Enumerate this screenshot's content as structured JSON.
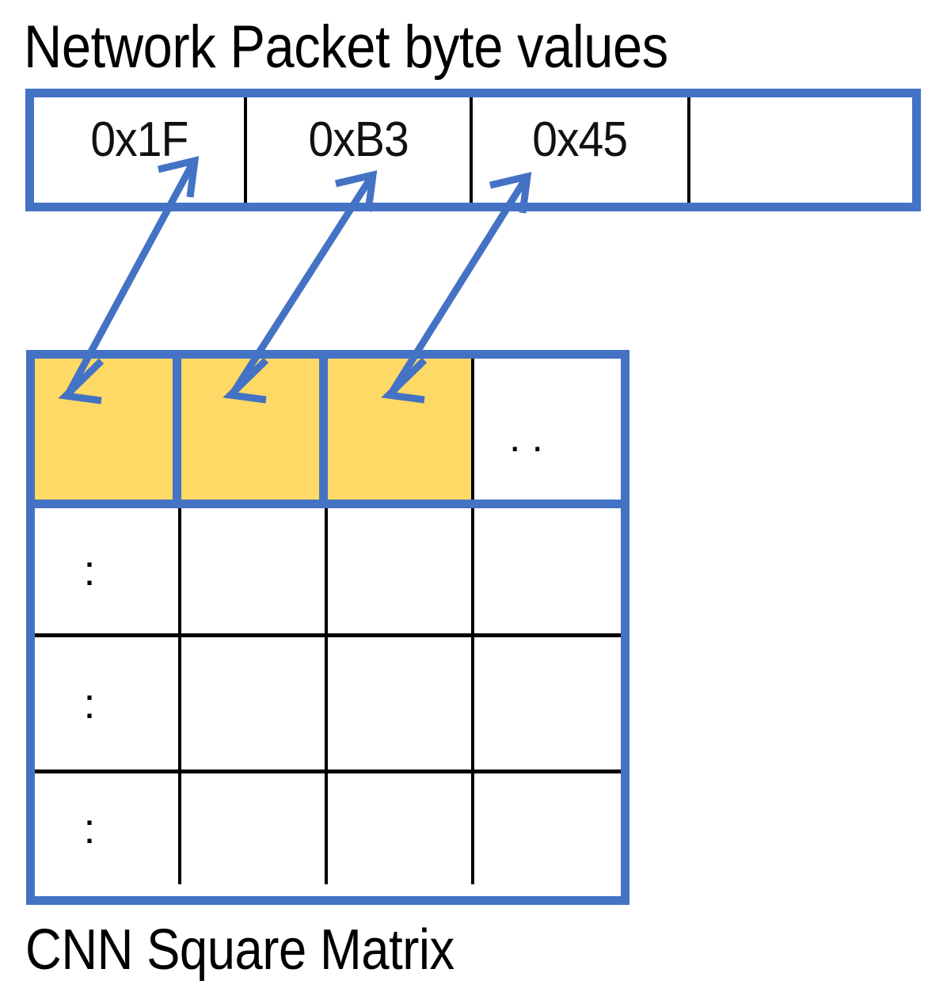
{
  "figure": {
    "packet_title": "Network Packet byte values",
    "matrix_caption": "CNN Square Matrix"
  },
  "packet_table": {
    "cells": [
      {
        "label": "0x1F"
      },
      {
        "label": "0xB3"
      },
      {
        "label": "0x45"
      },
      {
        "label": ""
      }
    ]
  },
  "matrix": {
    "rows": 4,
    "cols": 4,
    "row1": {
      "cells": [
        {
          "label": "",
          "highlight": true
        },
        {
          "label": "",
          "highlight": true
        },
        {
          "label": "",
          "highlight": true
        },
        {
          "label": "..",
          "highlight": false
        }
      ]
    },
    "row2": {
      "ellipsis": ":"
    },
    "row3": {
      "ellipsis": ":"
    },
    "row4": {
      "ellipsis": ":"
    }
  },
  "arrows": [
    {
      "name": "mapping-arrow-byte-1",
      "from_cell": "0x1F",
      "to_cell": "matrix-r1c1"
    },
    {
      "name": "mapping-arrow-byte-2",
      "from_cell": "0xB3",
      "to_cell": "matrix-r1c2"
    },
    {
      "name": "mapping-arrow-byte-3",
      "from_cell": "0x45",
      "to_cell": "matrix-r1c3"
    }
  ],
  "colors": {
    "border_blue": "#4472C4",
    "highlight_yellow": "#FFD966",
    "grid_black": "#000000",
    "background": "#FFFFFF"
  }
}
